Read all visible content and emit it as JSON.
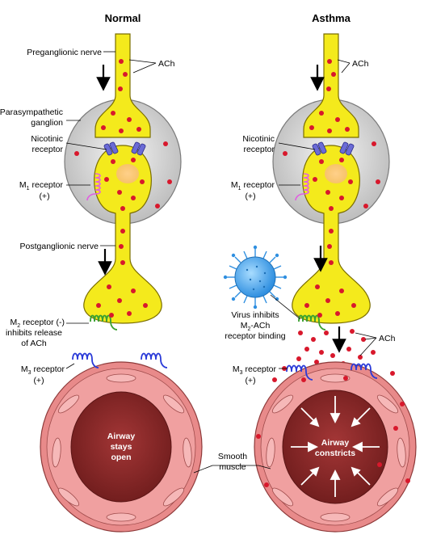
{
  "titles": {
    "normal": "Normal",
    "asthma": "Asthma"
  },
  "labels": {
    "preganglionic_nerve": "Preganglionic nerve",
    "ach": "ACh",
    "parasympathetic": "Parasympathetic",
    "ganglion": "ganglion",
    "nicotinic": "Nicotinic",
    "receptor": "receptor",
    "m1_receptor_prefix": "M",
    "m1_receptor_sub": "1",
    "m1_receptor_suffix": " receptor",
    "plus": "(+)",
    "postganglionic_nerve": "Postganglionic nerve",
    "m2_receptor_prefix": "M",
    "m2_receptor_sub": "2",
    "m2_receptor_suffix": " receptor (-)",
    "inhibits_release": "inhibits release",
    "of_ach": "of ACh",
    "m3_receptor_prefix": "M",
    "m3_receptor_sub": "3",
    "m3_receptor_suffix": " receptor",
    "airway": "Airway",
    "stays": "stays",
    "open": "open",
    "smooth": "Smooth",
    "muscle": "muscle",
    "virus_line1": "Virus inhibits",
    "virus_line2_prefix": "M",
    "virus_line2_sub": "2",
    "virus_line2_suffix": "-ACh",
    "virus_line3": "receptor binding",
    "constricts": "constricts"
  },
  "colors": {
    "nerve": "#f4ea1c",
    "acetylcholine": "#d8182c",
    "ganglion": "#d9d9d9",
    "airway_wall": "#f0a0a0",
    "airway_lumen": "#8e2a2a",
    "virus": "#3aa0e8",
    "m1_receptor": "#e060e0",
    "m2_receptor": "#3aa030",
    "m3_receptor": "#2a3ad8",
    "nicotinic_receptor": "#6b6bd6"
  },
  "icons": [
    "arrow-down-icon",
    "virus-icon",
    "receptor-coil-icon",
    "constriction-arrow-icon"
  ]
}
